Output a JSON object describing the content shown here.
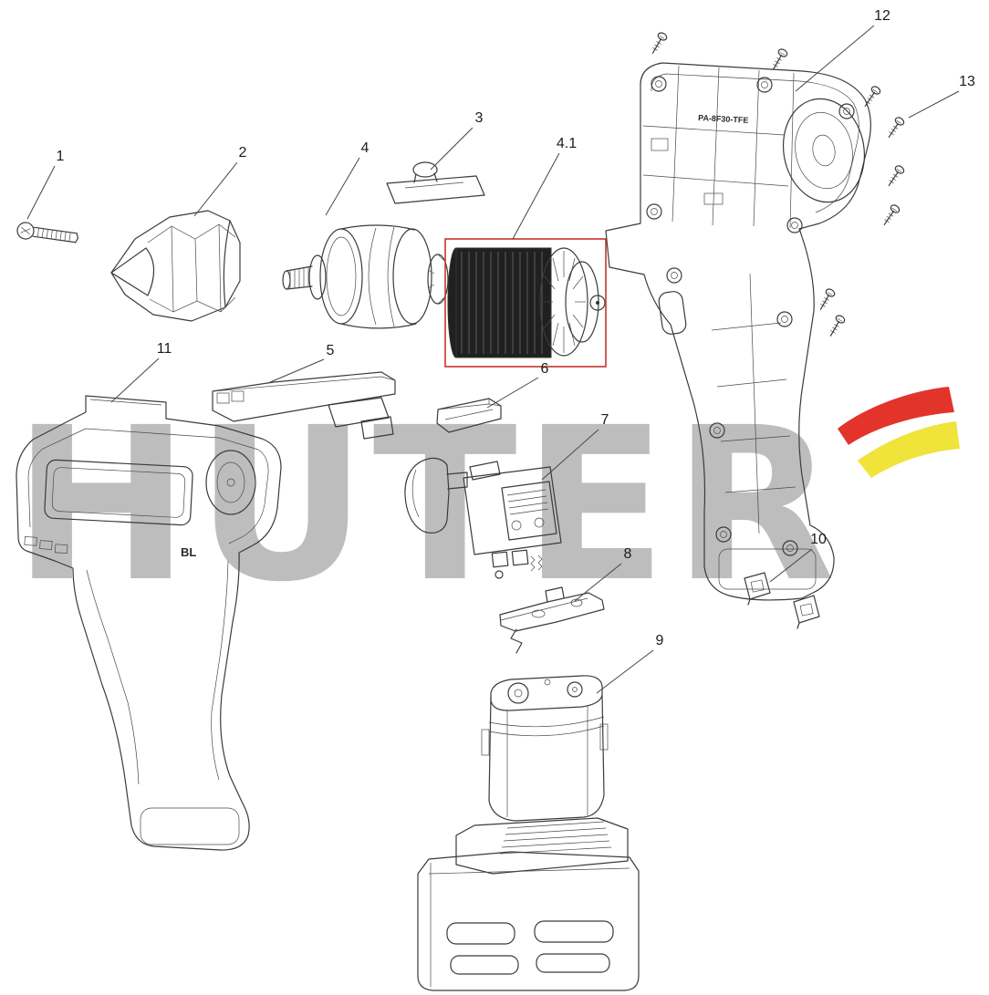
{
  "diagram": {
    "watermark_text": "HUTER",
    "housing_left_marking": "BL",
    "housing_right_marking": "PA-8F30-TFE",
    "highlight_color": "#c8342d",
    "logo_colors": {
      "red": "#e2342b",
      "yellow": "#f0e339"
    },
    "labels": [
      {
        "part": "1"
      },
      {
        "part": "2"
      },
      {
        "part": "3"
      },
      {
        "part": "4"
      },
      {
        "part": "4.1"
      },
      {
        "part": "5"
      },
      {
        "part": "6"
      },
      {
        "part": "7"
      },
      {
        "part": "8"
      },
      {
        "part": "9"
      },
      {
        "part": "10"
      },
      {
        "part": "11"
      },
      {
        "part": "12"
      },
      {
        "part": "13"
      }
    ]
  }
}
